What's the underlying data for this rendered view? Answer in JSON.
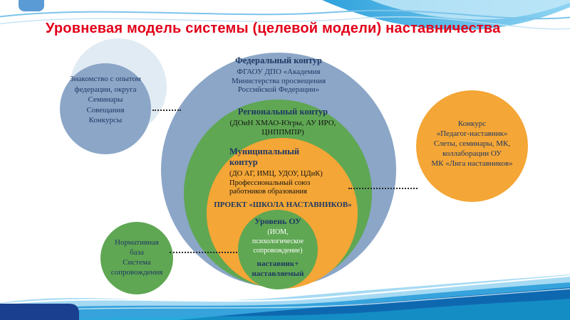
{
  "slide": {
    "title": "Уровневая модель системы (целевой модели) наставничества"
  },
  "colors": {
    "title_red": "#e2001a",
    "blue_gray_circle": "#8ba6c7",
    "green_circle": "#5fa753",
    "orange_circle": "#f4a636",
    "navy_text": "#1f3864",
    "wave_blue": "#36a3dc",
    "wave_dark_blue": "#0e68b0",
    "wave_navy_block": "#1b3f8f"
  },
  "rings": {
    "federal": {
      "title": "Федеральный контур",
      "lines": [
        "ФГАОУ ДПО «Академия",
        "Министерства просвещения",
        "Российской Федерации»"
      ]
    },
    "regional": {
      "title": "Региональный контур",
      "lines": [
        "(ДОиН ХМАО-Югры, АУ ИРО,",
        "ЦНППМПР)"
      ]
    },
    "municipal": {
      "title_lines": [
        "Муниципальный",
        "контур"
      ],
      "lines": [
        "(ДО АГ, ИМЦ, УДОУ, ЦДиК)",
        "Профессиональный союз",
        "работников образования"
      ],
      "project": "ПРОЕКТ «ШКОЛА НАСТАВНИКОВ»"
    },
    "ou": {
      "title": "Уровень ОУ",
      "sub_lines": [
        "(ИОМ,",
        "психологическое",
        "сопровождение)"
      ],
      "bottom_lines": [
        "наставник+",
        "наставляемый"
      ]
    }
  },
  "satellites": {
    "federal_left": [
      "Знакомство с опытом",
      "федерации, округа",
      "Семинары",
      "Совещания",
      "Конкурсы"
    ],
    "regional_right": [
      "Конкурс",
      "«Педагог-наставник»",
      "Слеты, семинары, МК,",
      "коллаборации ОУ",
      "МК «Лига наставников»"
    ],
    "ou_left": [
      "Нормативная",
      "база",
      "Система",
      "сопровождения"
    ]
  }
}
